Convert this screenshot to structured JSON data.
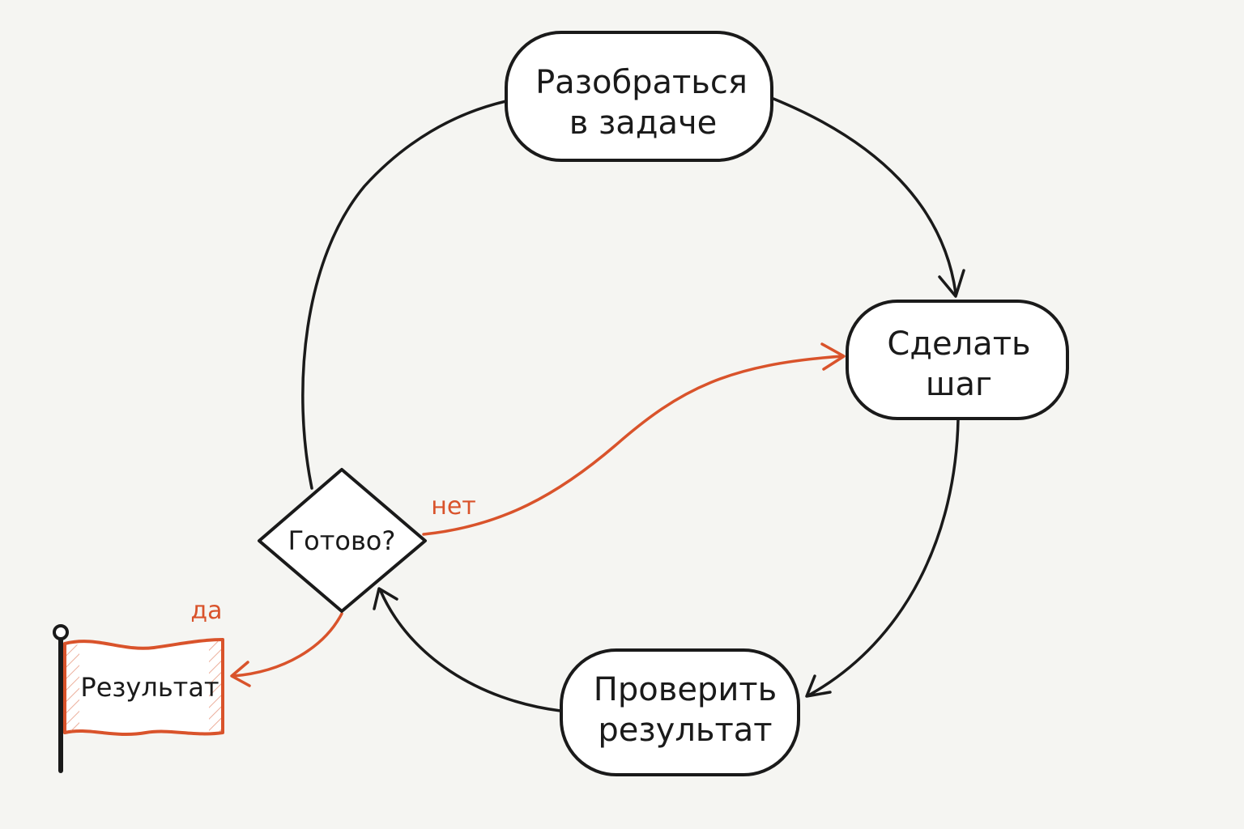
{
  "nodes": {
    "understand": {
      "line1": "Разобраться",
      "line2": "в задаче"
    },
    "step": {
      "line1": "Сделать",
      "line2": "шаг"
    },
    "check": {
      "line1": "Проверить",
      "line2": "результат"
    },
    "decision": {
      "label": "Готово?"
    },
    "result": {
      "label": "Результат"
    }
  },
  "edges": {
    "no_label": "нет",
    "yes_label": "да"
  },
  "colors": {
    "background": "#f5f5f2",
    "stroke": "#1a1a1a",
    "accent": "#d9532b",
    "node_fill": "#ffffff"
  }
}
